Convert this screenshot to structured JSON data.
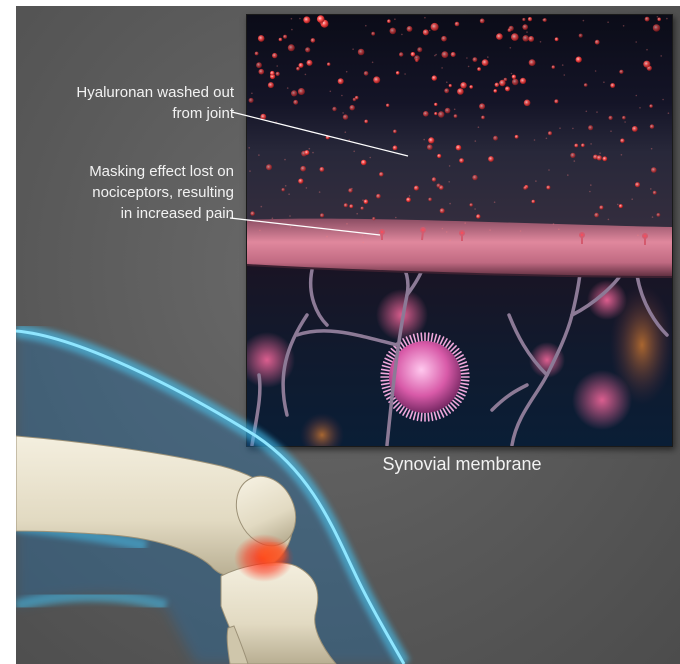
{
  "annotations": {
    "hyaluronan_line1": "Hyaluronan washed out",
    "hyaluronan_line2": "from joint",
    "masking_line1": "Masking effect lost on",
    "masking_line2": "nociceptors, resulting",
    "masking_line3": "in increased pain"
  },
  "caption": "Synovial membrane",
  "colors": {
    "background": "#595959",
    "hyaluronan_particles": "#ff5a5a",
    "membrane": "#d87a8e",
    "knee_outline": "#3cc8ff",
    "bone": "#e8e2cf",
    "inflammation": "#ff2a10"
  }
}
